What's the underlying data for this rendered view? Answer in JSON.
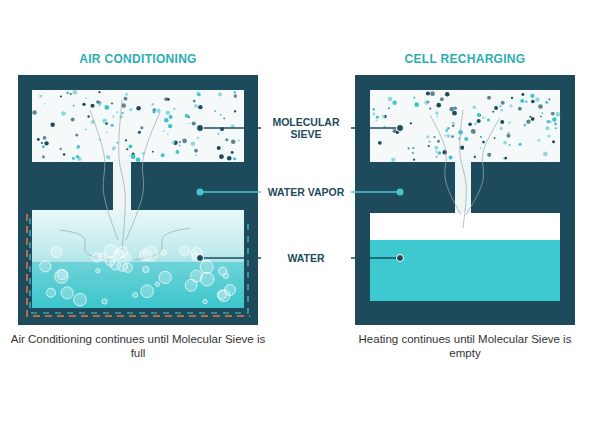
{
  "diagram": {
    "nodes": [
      {
        "text": [
          "AIR CONDITIONING",
          "Air Conditioning continues until Molecular Sieve is full"
        ]
      },
      {
        "text": [
          "CELL RECHARGING",
          "Heating continues until Molecular Sieve is empty"
        ]
      }
    ],
    "labels": [
      "MOLECULAR SIEVE",
      "WATER VAPOR",
      "WATER"
    ]
  }
}
